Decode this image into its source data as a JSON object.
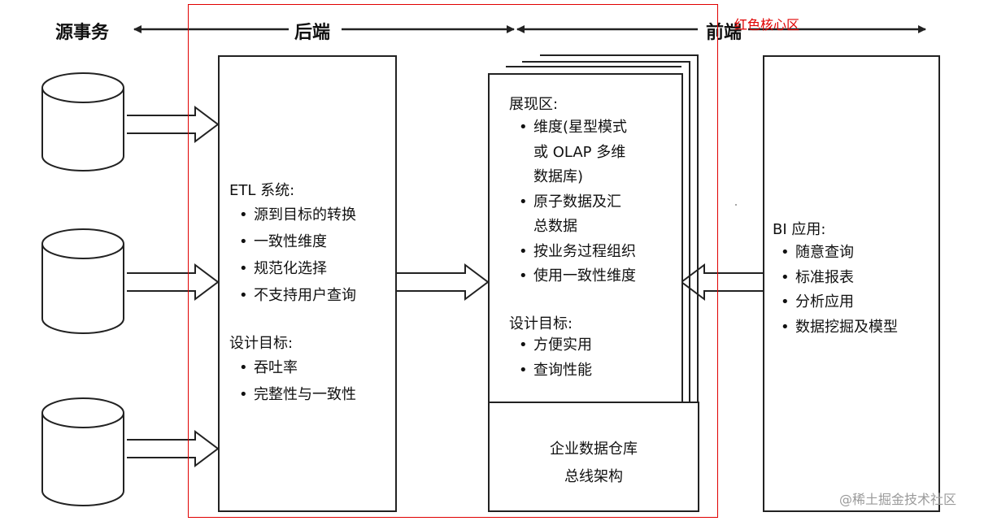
{
  "headers": {
    "source": "源事务",
    "backend": "后端",
    "frontend": "前端"
  },
  "annotation": "红色核心区",
  "etl": {
    "title": "ETL 系统:",
    "items": [
      "源到目标的转换",
      "一致性维度",
      "规范化选择",
      "不支持用户查询"
    ],
    "goal_title": "设计目标:",
    "goals": [
      "吞吐率",
      "完整性与一致性"
    ]
  },
  "presentation": {
    "title": "展现区:",
    "items": [
      "维度(星型模式\n或 OLAP 多维\n数据库)",
      "原子数据及汇\n总数据",
      "按业务过程组织",
      "使用一致性维度"
    ],
    "goal_title": "设计目标:",
    "goals": [
      "方便实用",
      "查询性能"
    ],
    "bus_line1": "企业数据仓库",
    "bus_line2": "总线架构"
  },
  "bi": {
    "title": "BI 应用:",
    "items": [
      "随意查询",
      "标准报表",
      "分析应用",
      "数据挖掘及模型"
    ]
  },
  "watermark": "@稀土掘金技术社区",
  "colors": {
    "annotation": "#e00000",
    "stroke": "#222222"
  }
}
